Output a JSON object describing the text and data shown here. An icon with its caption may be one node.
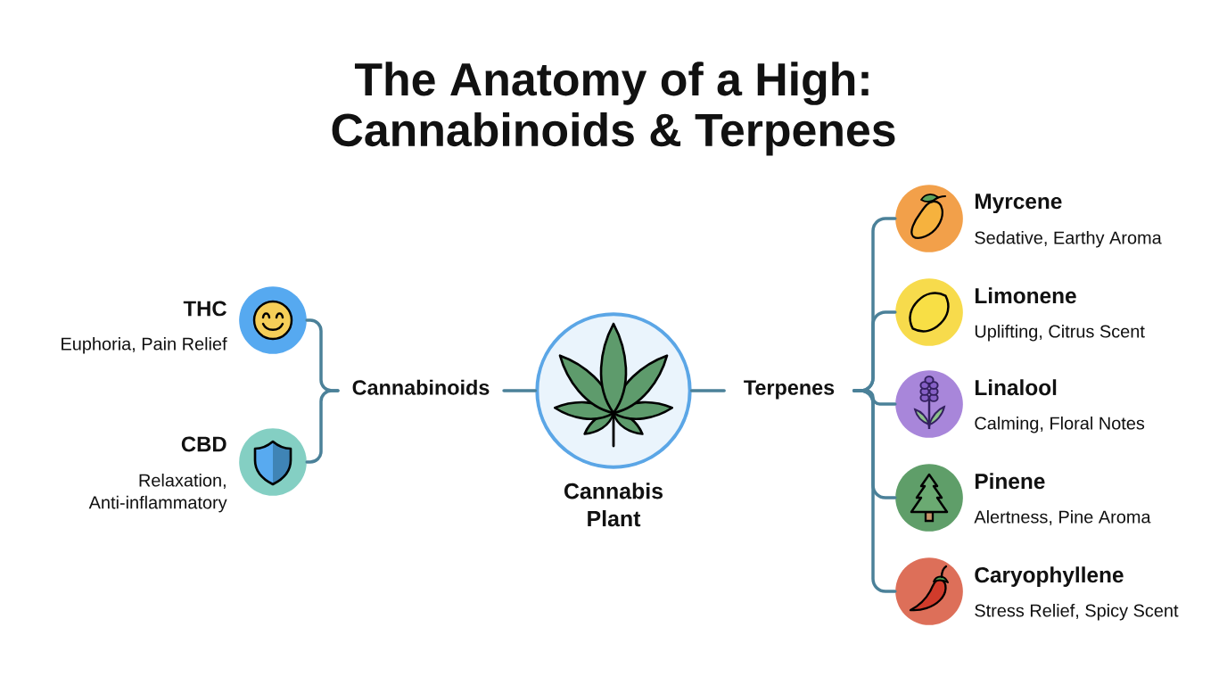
{
  "diagram": {
    "title": "The Anatomy of a High: Cannabinoids & Terpenes",
    "nodes": [
      {
        "text": [
          "THC",
          "Euphoria, Pain Relief"
        ]
      },
      {
        "text": [
          "CBD",
          "Relaxation, Anti-inflammatory"
        ]
      },
      {
        "text": [
          "Cannabinoids"
        ]
      },
      {
        "text": [
          "Cannabis Plant"
        ]
      },
      {
        "text": [
          "Terpenes"
        ]
      },
      {
        "text": [
          "Myrcene",
          "Sedative, Earthy Aroma"
        ]
      },
      {
        "text": [
          "Limonene",
          "Uplifting, Citrus Scent"
        ]
      },
      {
        "text": [
          "Linalool",
          "Calming, Floral Notes"
        ]
      },
      {
        "text": [
          "Pinene",
          "Alertness, Pine Aroma"
        ]
      },
      {
        "text": [
          "Caryophyllene",
          "Stress Relief, Spicy Scent"
        ]
      }
    ],
    "edges": [
      {
        "from": 0,
        "to": 2,
        "arrow": "none"
      },
      {
        "from": 1,
        "to": 2,
        "arrow": "none"
      },
      {
        "from": 2,
        "to": 3,
        "arrow": "none"
      },
      {
        "from": 3,
        "to": 4,
        "arrow": "none"
      },
      {
        "from": 4,
        "to": 5,
        "arrow": "none"
      },
      {
        "from": 4,
        "to": 6,
        "arrow": "none"
      },
      {
        "from": 4,
        "to": 7,
        "arrow": "none"
      },
      {
        "from": 4,
        "to": 8,
        "arrow": "none"
      },
      {
        "from": 4,
        "to": 9,
        "arrow": "none"
      }
    ]
  }
}
